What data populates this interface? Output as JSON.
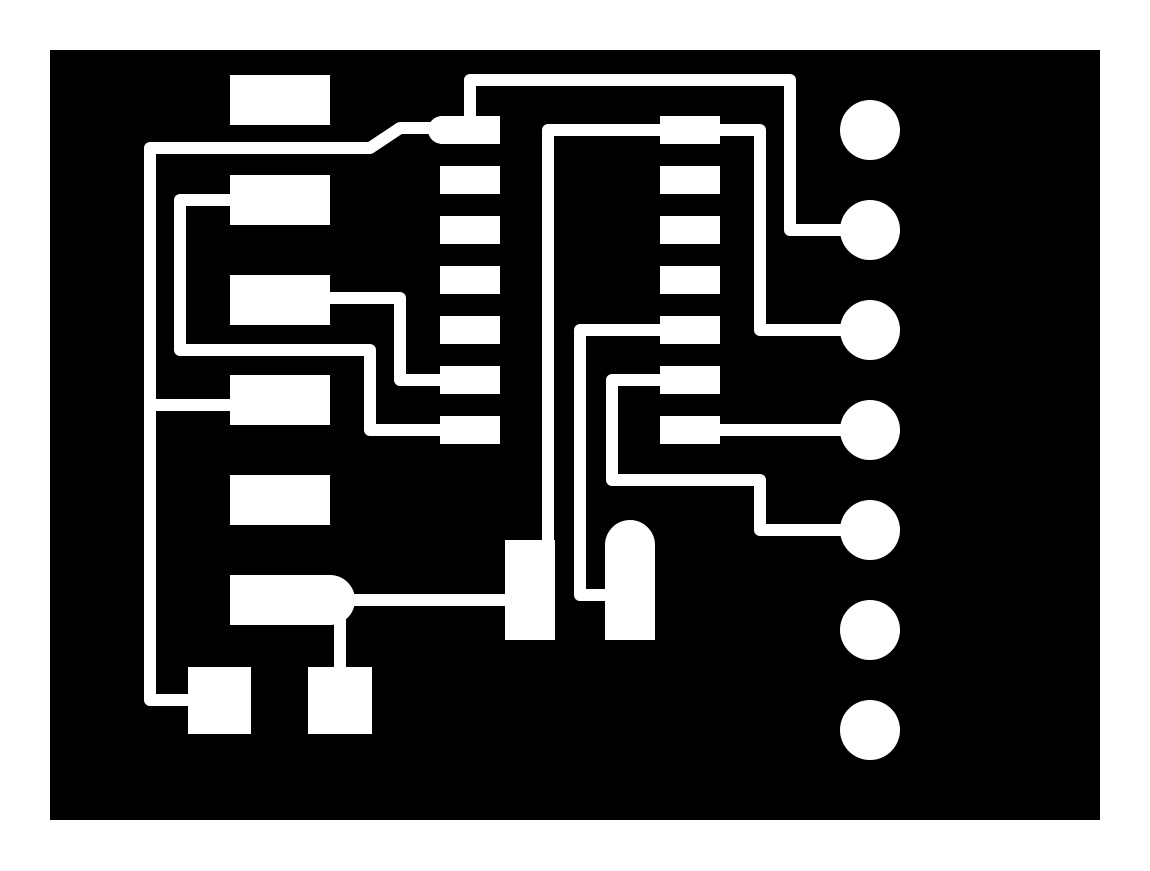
{
  "colors": {
    "background": "#ffffff",
    "board": "#000000",
    "copper": "#ffffff"
  },
  "components": {
    "left_pads_count": 6,
    "ic_pins_per_side": 7,
    "header_pins": 7,
    "bottom_pads": 2,
    "middle_pads": 2
  }
}
